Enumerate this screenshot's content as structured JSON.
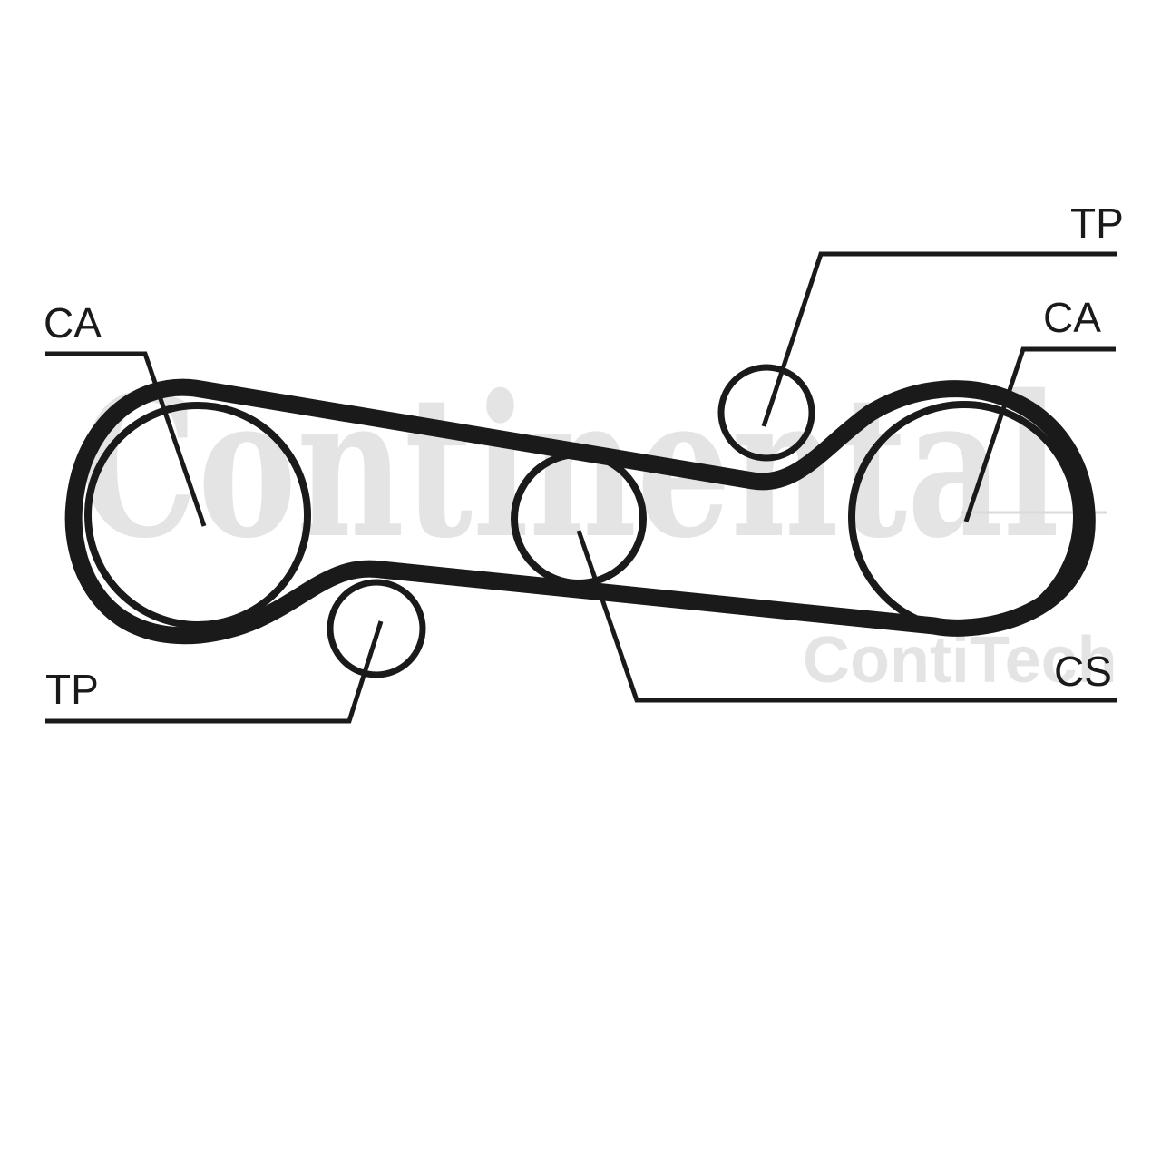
{
  "watermark": {
    "brand": "Continental",
    "sub": "ContiTech"
  },
  "colors": {
    "belt": "#1a1a1a",
    "line": "#1a1a1a",
    "watermark": "#cfcfcf",
    "background": "#ffffff"
  },
  "callouts": [
    {
      "id": "ca-left",
      "label": "CA"
    },
    {
      "id": "ca-right",
      "label": "CA"
    },
    {
      "id": "tp-top",
      "label": "TP"
    },
    {
      "id": "tp-bottom",
      "label": "TP"
    },
    {
      "id": "cs",
      "label": "CS"
    }
  ]
}
